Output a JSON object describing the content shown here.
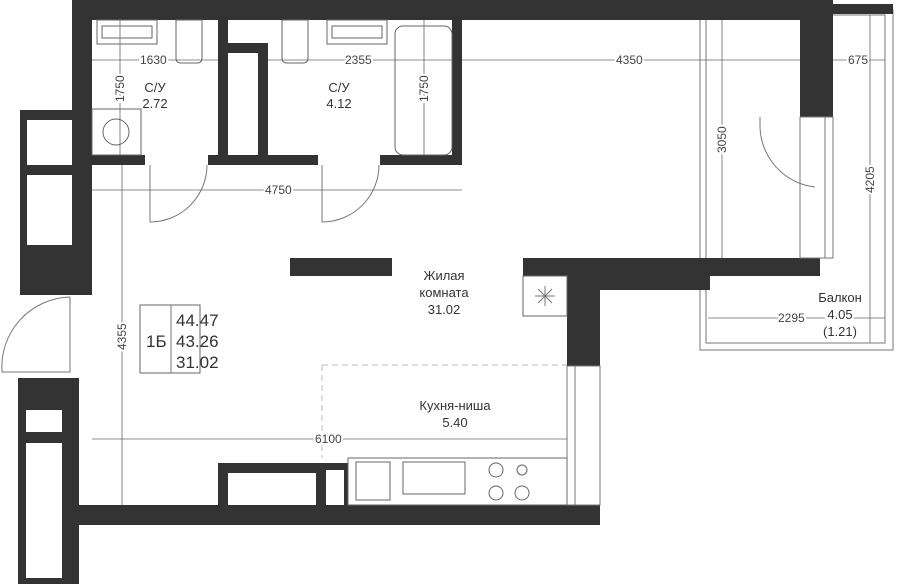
{
  "rooms": {
    "bath1": {
      "name": "С/У",
      "area": "2.72"
    },
    "bath2": {
      "name": "С/У",
      "area": "4.12"
    },
    "living": {
      "name_line1": "Жилая",
      "name_line2": "комната",
      "area": "31.02"
    },
    "kitchen": {
      "name": "Кухня-ниша",
      "area": "5.40"
    },
    "balcony": {
      "name": "Балкон",
      "area": "4.05",
      "area_reduced": "(1.21)"
    }
  },
  "summary": {
    "type": "1Б",
    "total_area": "44.47",
    "area_without_balcony": "43.26",
    "living_area": "31.02"
  },
  "dimensions": {
    "bath1_width": "1630",
    "bath1_depth": "1750",
    "bath2_width": "2355",
    "bath2_depth": "1750",
    "top_room_width": "4350",
    "balcony_depth_top": "675",
    "room_depth": "3050",
    "balcony_length": "4205",
    "corridor_width": "4750",
    "balcony_width": "2295",
    "apartment_depth": "4355",
    "apartment_width": "6100"
  },
  "colors": {
    "wall": "#333333",
    "line": "#777777"
  }
}
